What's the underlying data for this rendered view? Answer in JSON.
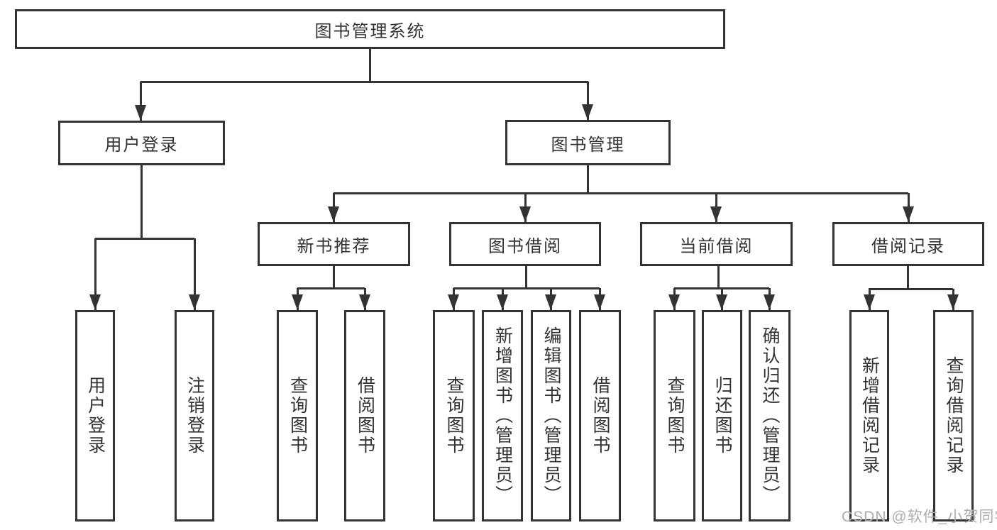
{
  "watermark": "CSDN @软件_小贺同学",
  "colors": {
    "line": "#333333",
    "text": "#333333",
    "watermark": "#adadad",
    "background": "#ffffff"
  },
  "tree": {
    "root": "图书管理系统",
    "level2": [
      {
        "label": "用户登录",
        "children": [
          "用户登录",
          "注销登录"
        ]
      },
      {
        "label": "图书管理",
        "children": [
          {
            "label": "新书推荐",
            "children": [
              "查询图书",
              "借阅图书"
            ]
          },
          {
            "label": "图书借阅",
            "children": [
              "查询图书",
              "新增图书（管理员）",
              "编辑图书（管理员）",
              "借阅图书"
            ]
          },
          {
            "label": "当前借阅",
            "children": [
              "查询图书",
              "归还图书",
              "确认归还（管理员）"
            ]
          },
          {
            "label": "借阅记录",
            "children": [
              "新增借阅记录",
              "查询借阅记录"
            ]
          }
        ]
      }
    ]
  }
}
